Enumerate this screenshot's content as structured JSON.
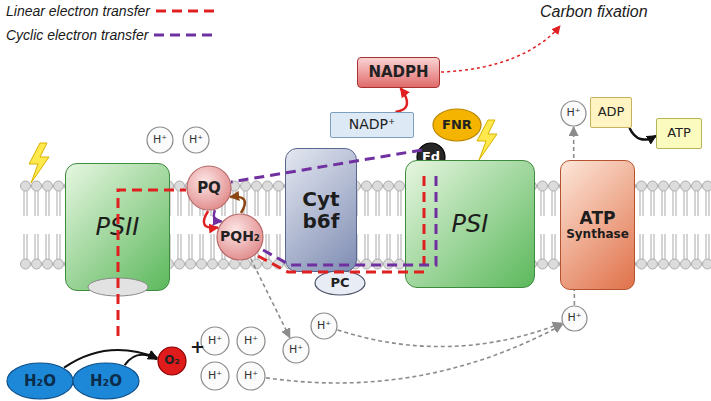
{
  "diagram": {
    "nodes": [
      {
        "text": [
          "NADPH"
        ]
      },
      {
        "text": [
          "NADP⁺"
        ]
      },
      {
        "text": [
          "FNR"
        ]
      },
      {
        "text": [
          "Fd"
        ]
      },
      {
        "text": [
          "H⁺"
        ]
      },
      {
        "text": [
          "H⁺"
        ]
      },
      {
        "text": [
          "PQ"
        ]
      },
      {
        "text": [
          "PQH₂"
        ]
      },
      {
        "text": [
          "PSII"
        ]
      },
      {
        "text": [
          "Cyt b6f"
        ]
      },
      {
        "text": [
          "PSI"
        ]
      },
      {
        "text": [
          "ATP",
          "Synthase"
        ]
      },
      {
        "text": [
          "H⁺"
        ]
      },
      {
        "text": [
          "ADP"
        ]
      },
      {
        "text": [
          "ATP"
        ]
      },
      {
        "text": [
          "PC"
        ]
      },
      {
        "text": [
          "H⁺"
        ]
      },
      {
        "text": [
          "H⁺"
        ]
      },
      {
        "text": [
          "H⁺"
        ]
      },
      {
        "text": [
          "O₂"
        ]
      },
      {
        "text": [
          "H⁺"
        ]
      },
      {
        "text": [
          "H⁺"
        ]
      },
      {
        "text": [
          "H⁺"
        ]
      },
      {
        "text": [
          "H⁺"
        ]
      },
      {
        "text": [
          "H₂O"
        ]
      },
      {
        "text": [
          "H₂O"
        ]
      }
    ],
    "edges": [
      {
        "from": 1,
        "to": 0,
        "arrow": "to"
      },
      {
        "from": 13,
        "to": 14,
        "arrow": "to"
      },
      {
        "from": 6,
        "to": 7,
        "arrow": "to"
      },
      {
        "from": 6,
        "to": 7,
        "arrow": "to"
      },
      {
        "from": 7,
        "to": 6,
        "arrow": "to"
      },
      {
        "from": 7,
        "to": 18,
        "arrow": "to"
      },
      {
        "from": 23,
        "to": 16,
        "arrow": "to"
      },
      {
        "from": 17,
        "to": 16,
        "arrow": "to"
      },
      {
        "from": 16,
        "to": 12,
        "arrow": "to"
      },
      {
        "from": 24,
        "to": 19,
        "arrow": "to"
      },
      {
        "from": 25,
        "to": 19,
        "arrow": "to"
      }
    ],
    "labels": [
      "Carbon fixation",
      "+"
    ],
    "legend": [
      {
        "text": "Linear electron transfer"
      },
      {
        "text": "Cyclic electron transfer"
      }
    ]
  }
}
